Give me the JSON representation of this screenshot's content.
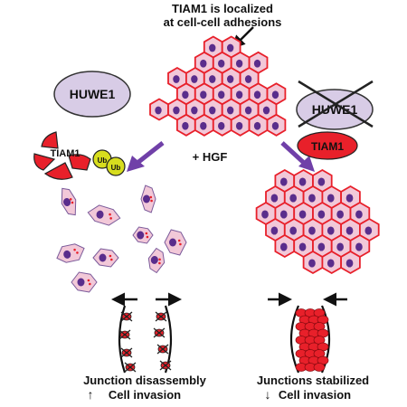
{
  "title": {
    "line1": "TIAM1 is localized",
    "line2": "at cell-cell adhesions"
  },
  "stimulus": "+ HGF",
  "left_branch": {
    "huwe1_label": "HUWE1",
    "tiam1_label": "TIAM1",
    "ub_labels": [
      "Ub",
      "Ub"
    ],
    "outcome_line1": "Junction disassembly",
    "outcome_line2_arrow": "↑",
    "outcome_line2_text": "Cell invasion"
  },
  "right_branch": {
    "huwe1_label": "HUWE1",
    "tiam1_label": "TIAM1",
    "outcome_line1": "Junctions stabilized",
    "outcome_line2_arrow": "↓",
    "outcome_line2_text": "Cell invasion"
  },
  "colors": {
    "cell_fill": "#f2c8d8",
    "cell_stroke": "#7a5a9a",
    "junction_red": "#e8202a",
    "nucleus": "#5a2d8c",
    "huwe1_fill": "#d8cce6",
    "ub_yellow": "#d7dd1e",
    "branch_arrow": "#7040a8"
  }
}
